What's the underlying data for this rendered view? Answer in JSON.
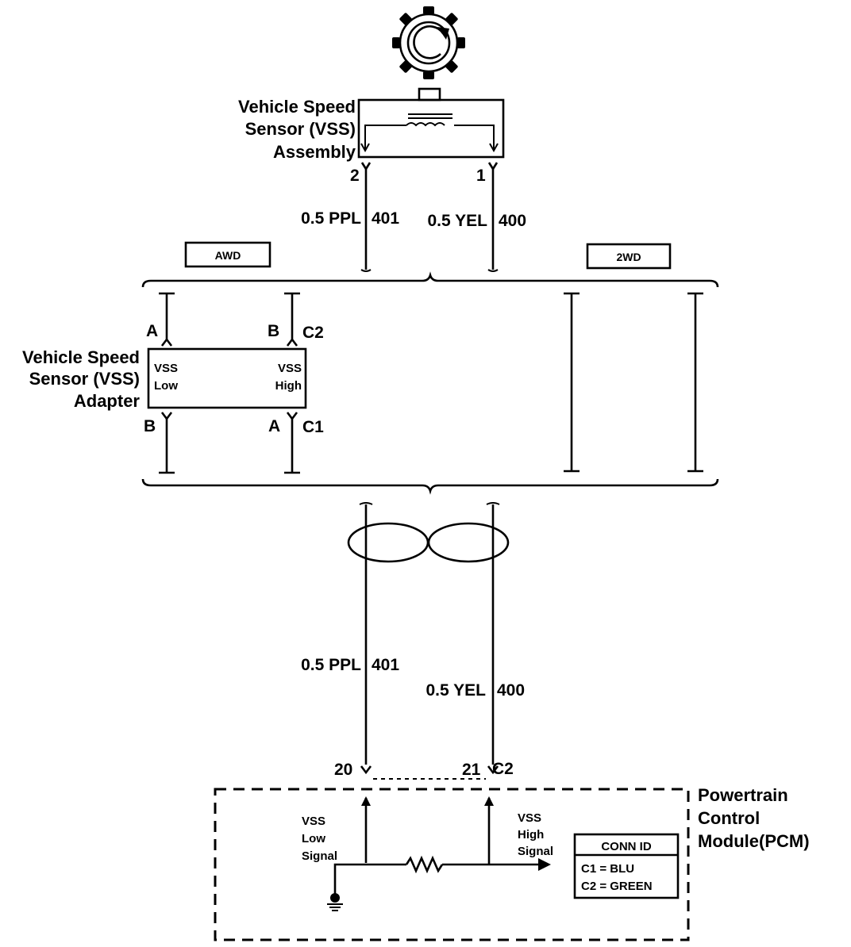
{
  "vss_assembly": {
    "label_lines": [
      "Vehicle Speed",
      "Sensor (VSS)",
      "Assembly"
    ],
    "pin_left": "2",
    "pin_right": "1"
  },
  "upper_wires": {
    "left_gauge_color": "0.5 PPL",
    "left_circuit": "401",
    "right_gauge_color": "0.5 YEL",
    "right_circuit": "400"
  },
  "variant_tags": {
    "awd": "AWD",
    "twowd": "2WD"
  },
  "vss_adapter": {
    "label_lines": [
      "Vehicle Speed",
      "Sensor (VSS)",
      "Adapter"
    ],
    "low_lines": [
      "VSS",
      "Low"
    ],
    "high_lines": [
      "VSS",
      "High"
    ],
    "top_left_pin": "A",
    "top_right_pin": "B",
    "top_connector": "C2",
    "bottom_left_pin": "B",
    "bottom_right_pin": "A",
    "bottom_connector": "C1"
  },
  "lower_wires": {
    "left_gauge_color": "0.5 PPL",
    "left_circuit": "401",
    "right_gauge_color": "0.5 YEL",
    "right_circuit": "400"
  },
  "pcm": {
    "label_lines": [
      "Powertrain",
      "Control",
      "Module(PCM)"
    ],
    "pin_left": "20",
    "pin_right": "21",
    "connector": "C2",
    "low_signal_lines": [
      "VSS",
      "Low",
      "Signal"
    ],
    "high_signal_lines": [
      "VSS",
      "High",
      "Signal"
    ],
    "conn_id": {
      "title": "CONN ID",
      "rows": [
        "C1 = BLU",
        "C2 = GREEN"
      ]
    }
  }
}
